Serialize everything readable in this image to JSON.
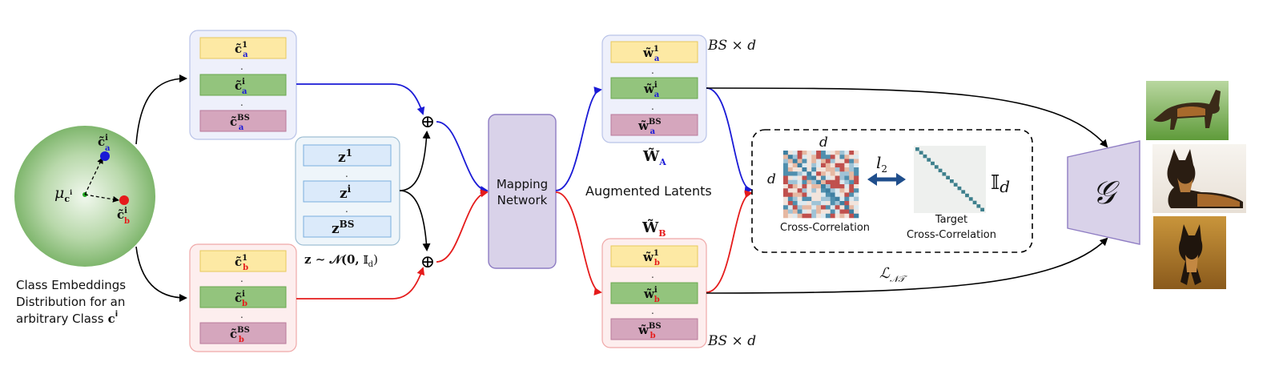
{
  "left_circle": {
    "mu": "μ",
    "mu_sub": "c",
    "mu_sub_sup": "i",
    "point_a_base": "c̃",
    "point_a_sup": "i",
    "point_a_sub": "a",
    "point_b_base": "c̃",
    "point_b_sup": "i",
    "point_b_sub": "b",
    "caption_line1": "Class Embeddings",
    "caption_line2": "Distribution for an",
    "caption_line3": "arbitrary Class",
    "caption_cls": "c",
    "caption_cls_sup": "i"
  },
  "stack_a": {
    "rows": [
      {
        "base": "c̃",
        "sup": "1",
        "sub": "a",
        "color": "#fde9a4"
      },
      {
        "base": "c̃",
        "sup": "i",
        "sub": "a",
        "color": "#93c47d"
      },
      {
        "base": "c̃",
        "sup": "BS",
        "sub": "a",
        "color": "#d5a6bd"
      }
    ],
    "dot": "."
  },
  "stack_b": {
    "rows": [
      {
        "base": "c̃",
        "sup": "1",
        "sub": "b",
        "color": "#fde9a4"
      },
      {
        "base": "c̃",
        "sup": "i",
        "sub": "b",
        "color": "#93c47d"
      },
      {
        "base": "c̃",
        "sup": "BS",
        "sub": "b",
        "color": "#d5a6bd"
      }
    ],
    "dot": "."
  },
  "noise": {
    "rows": [
      {
        "base": "z",
        "sup": "1"
      },
      {
        "base": "z",
        "sup": "i"
      },
      {
        "base": "z",
        "sup": "BS"
      }
    ],
    "formula": "z ∼ 𝒩(0, 𝕀",
    "formula_sub": "d",
    "formula_end": ")"
  },
  "plus_symbol": "⊕",
  "mapping": {
    "line1": "Mapping",
    "line2": "Network"
  },
  "latent_a": {
    "rows": [
      {
        "base": "w̃",
        "sup": "1",
        "sub": "a",
        "color": "#fde9a4"
      },
      {
        "base": "w̃",
        "sup": "i",
        "sub": "a",
        "color": "#93c47d"
      },
      {
        "base": "w̃",
        "sup": "BS",
        "sub": "a",
        "color": "#d5a6bd"
      }
    ],
    "label": "W̃",
    "label_sub": "A",
    "shape": "BS × d"
  },
  "latent_b": {
    "rows": [
      {
        "base": "w̃",
        "sup": "1",
        "sub": "b",
        "color": "#fde9a4"
      },
      {
        "base": "w̃",
        "sup": "i",
        "sub": "b",
        "color": "#93c47d"
      },
      {
        "base": "w̃",
        "sup": "BS",
        "sub": "b",
        "color": "#d5a6bd"
      }
    ],
    "label": "W̃",
    "label_sub": "B",
    "shape": "BS × d"
  },
  "augmented_label": "Augmented Latents",
  "correlation": {
    "d_top": "d",
    "d_left": "d",
    "l2": "l",
    "l2_sub": "2",
    "identity": "𝕀",
    "identity_sub": "d",
    "cross_label": "Cross-Correlation",
    "target_line1": "Target",
    "target_line2": "Cross-Correlation"
  },
  "loss": {
    "symbol": "ℒ",
    "sub": "𝒩𝒯"
  },
  "generator": {
    "symbol": "𝒢"
  },
  "colors": {
    "blue": "#1a1ad6",
    "red": "#e51b1b",
    "mapping_fill": "#d9d2e9",
    "mapping_stroke": "#8e7cc3",
    "gen_fill": "#d9d2e9",
    "arrow_bidir": "#1f4e8c"
  },
  "images": [
    "dog-standing-photo",
    "dog-lying-photo",
    "dog-sitting-photo"
  ]
}
